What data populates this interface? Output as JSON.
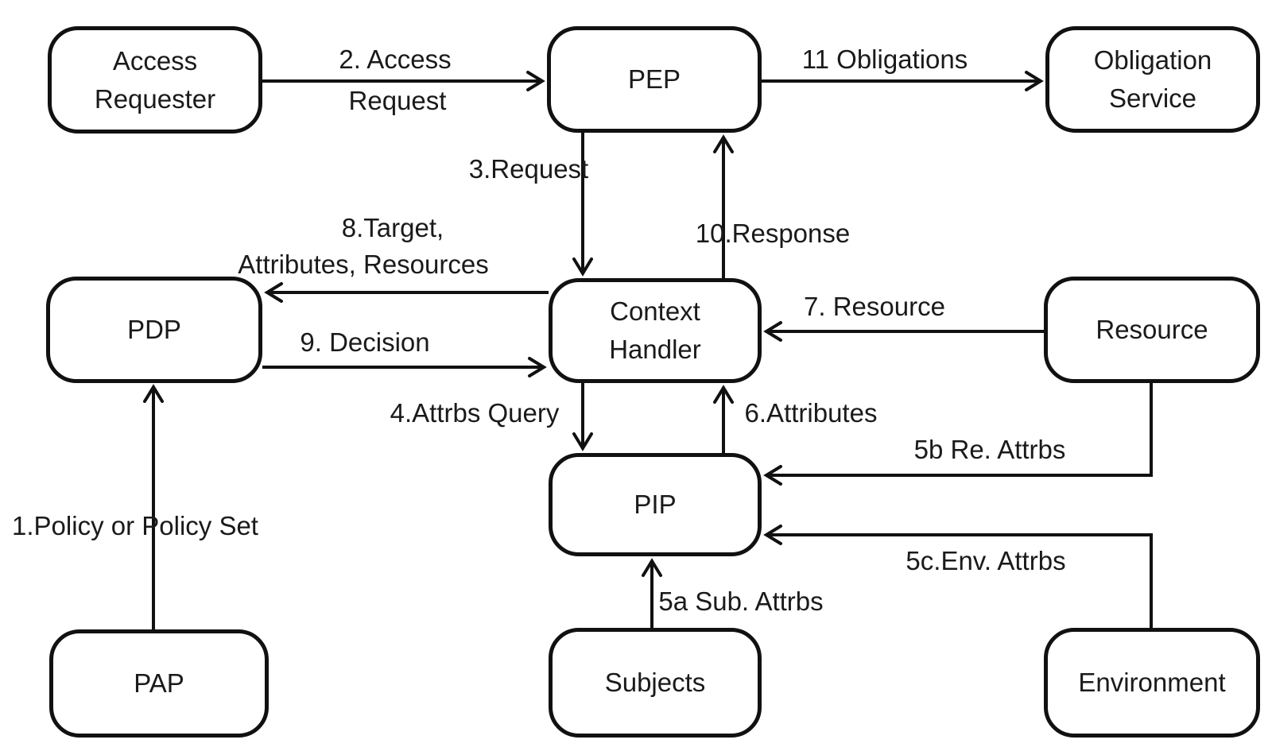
{
  "diagram_title": "XACML data-flow architecture",
  "colors": {
    "line": "#111111",
    "box_fill": "#ffffff",
    "background": "#ffffff",
    "text": "#1a1a1a"
  },
  "nodes": {
    "access_requester": {
      "line1": "Access",
      "line2": "Requester"
    },
    "pep": {
      "line1": "PEP"
    },
    "obligation_service": {
      "line1": "Obligation",
      "line2": "Service"
    },
    "pdp": {
      "line1": "PDP"
    },
    "context_handler": {
      "line1": "Context",
      "line2": "Handler"
    },
    "resource": {
      "line1": "Resource"
    },
    "pip": {
      "line1": "PIP"
    },
    "pap": {
      "line1": "PAP"
    },
    "subjects": {
      "line1": "Subjects"
    },
    "environment": {
      "line1": "Environment"
    }
  },
  "edges": {
    "e1": {
      "label": "1.Policy or Policy Set"
    },
    "e2": {
      "label1": "2. Access",
      "label2": "Request"
    },
    "e3": {
      "label": "3.Request"
    },
    "e4": {
      "label": "4.Attrbs Query"
    },
    "e5a": {
      "label": "5a Sub. Attrbs"
    },
    "e5b": {
      "label": "5b Re. Attrbs"
    },
    "e5c": {
      "label": "5c.Env. Attrbs"
    },
    "e6": {
      "label": "6.Attributes"
    },
    "e7": {
      "label": "7. Resource"
    },
    "e8": {
      "label1": "8.Target,",
      "label2": "Attributes, Resources"
    },
    "e9": {
      "label": "9. Decision"
    },
    "e10": {
      "label": "10.Response"
    },
    "e11": {
      "label": "11 Obligations"
    }
  }
}
